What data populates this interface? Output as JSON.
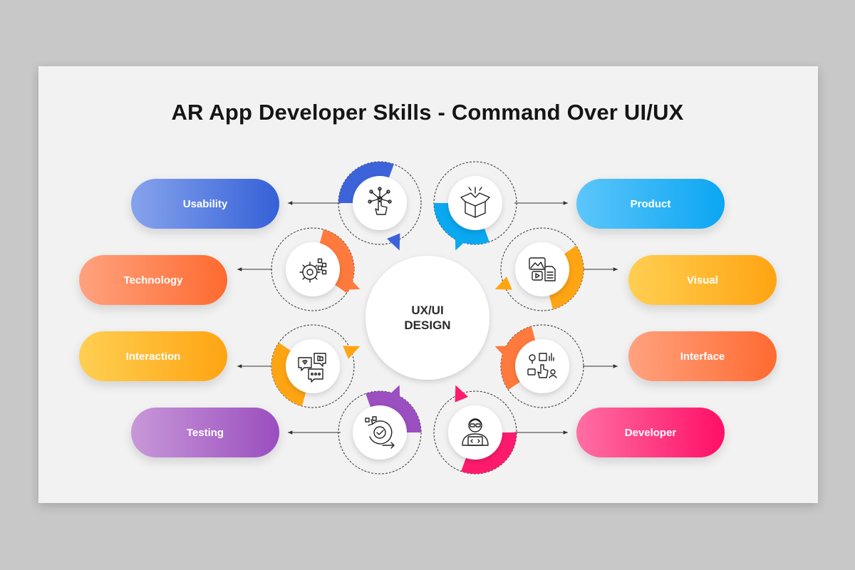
{
  "title": "AR App Developer Skills - Command Over UI/UX",
  "center": {
    "line1": "UX/UI",
    "line2": "DESIGN"
  },
  "skills": [
    {
      "label": "Usability",
      "icon": "touch-network-icon",
      "color": "#3c63d9"
    },
    {
      "label": "Product",
      "icon": "open-box-icon",
      "color": "#0aa8f0"
    },
    {
      "label": "Technology",
      "icon": "gears-icon",
      "color": "#ff7a3c"
    },
    {
      "label": "Visual",
      "icon": "media-files-icon",
      "color": "#ffa514"
    },
    {
      "label": "Interaction",
      "icon": "chat-bubbles-icon",
      "color": "#ffa514"
    },
    {
      "label": "Interface",
      "icon": "touch-interface-icon",
      "color": "#ff7a3c"
    },
    {
      "label": "Testing",
      "icon": "testing-cycle-icon",
      "color": "#9b4fc0"
    },
    {
      "label": "Developer",
      "icon": "developer-icon",
      "color": "#ff1a6e"
    }
  ],
  "colors": {
    "blue": "#3c63d9",
    "sky": "#0aa8f0",
    "orange": "#ff7a3c",
    "amber": "#ffa514",
    "purple": "#9b4fc0",
    "magenta": "#ff1a6e"
  }
}
